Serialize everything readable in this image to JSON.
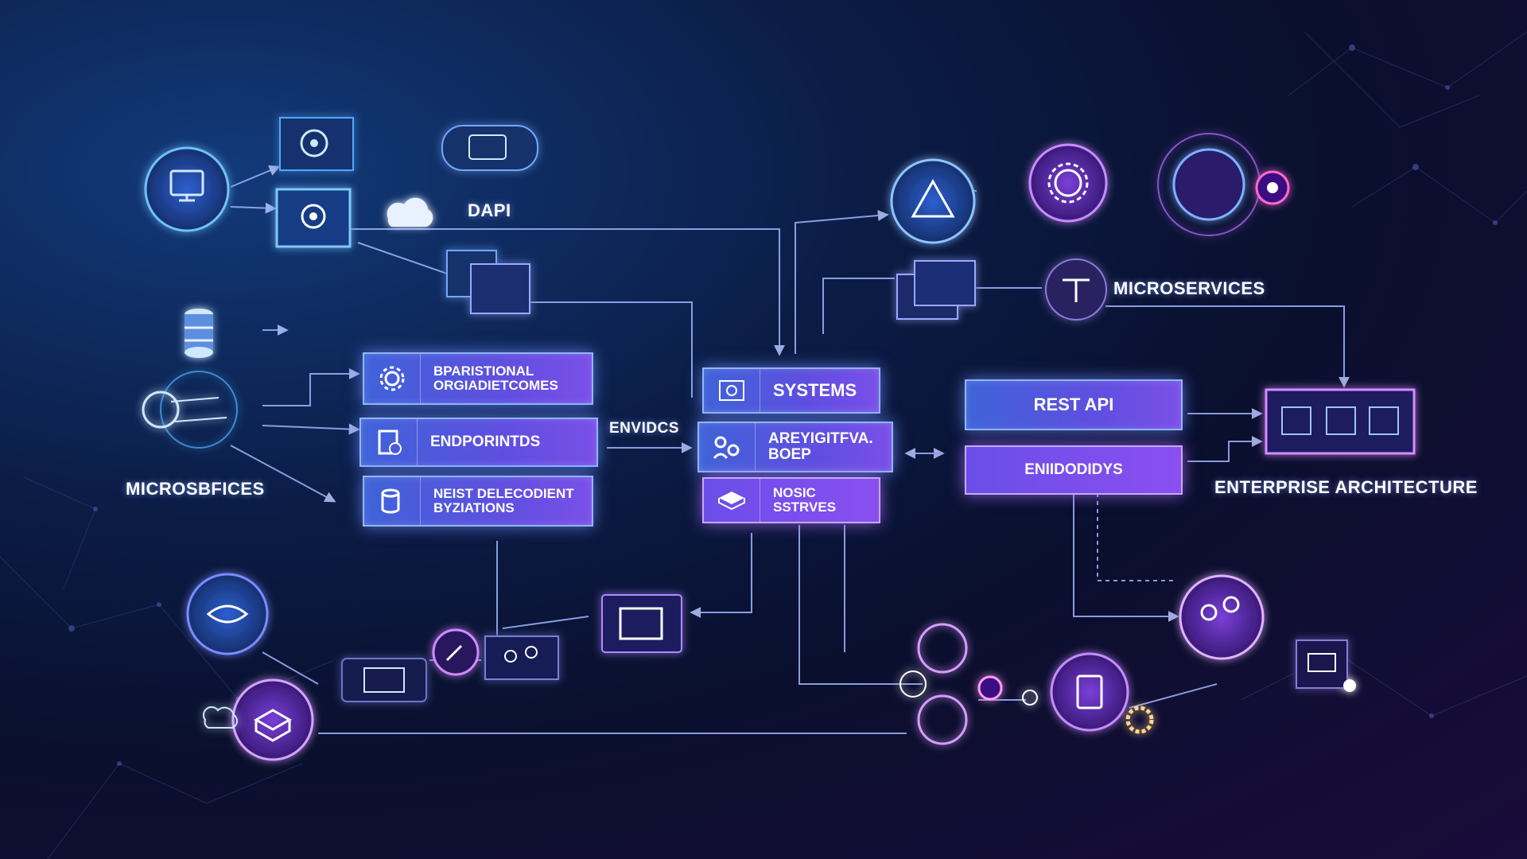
{
  "labels": {
    "dapi": "DAPI",
    "microservices_left": "MICROSBFICES",
    "envidcs": "ENVIDCS",
    "microservices_right": "MICROSERVICES",
    "enterprise": "ENTERPRISE ARCHITECTURE"
  },
  "left_boxes": [
    {
      "line1": "BPARISTIONAL",
      "line2": "ORGIADIETCOMES",
      "icon": "gear-icon"
    },
    {
      "line1": "ENDPORINTDS",
      "line2": "",
      "icon": "document-clock-icon"
    },
    {
      "line1": "NEIST DELECODIENT",
      "line2": "BYZIATIONS",
      "icon": "database-icon"
    }
  ],
  "center_boxes": [
    {
      "line1": "SYSTEMS",
      "line2": "",
      "icon": "settings-screen-icon"
    },
    {
      "line1": "AREYIGITFVA.",
      "line2": "BOEP",
      "icon": "network-people-icon"
    },
    {
      "line1": "NOSIC",
      "line2": "SSTRVES",
      "icon": "server-icon"
    }
  ],
  "right_boxes": [
    {
      "label": "REST API"
    },
    {
      "label": "ENIIDODIDYS"
    }
  ],
  "colors": {
    "accent_blue": "#4aa3ff",
    "accent_purple": "#a84dff",
    "line": "#9fb4ff"
  }
}
